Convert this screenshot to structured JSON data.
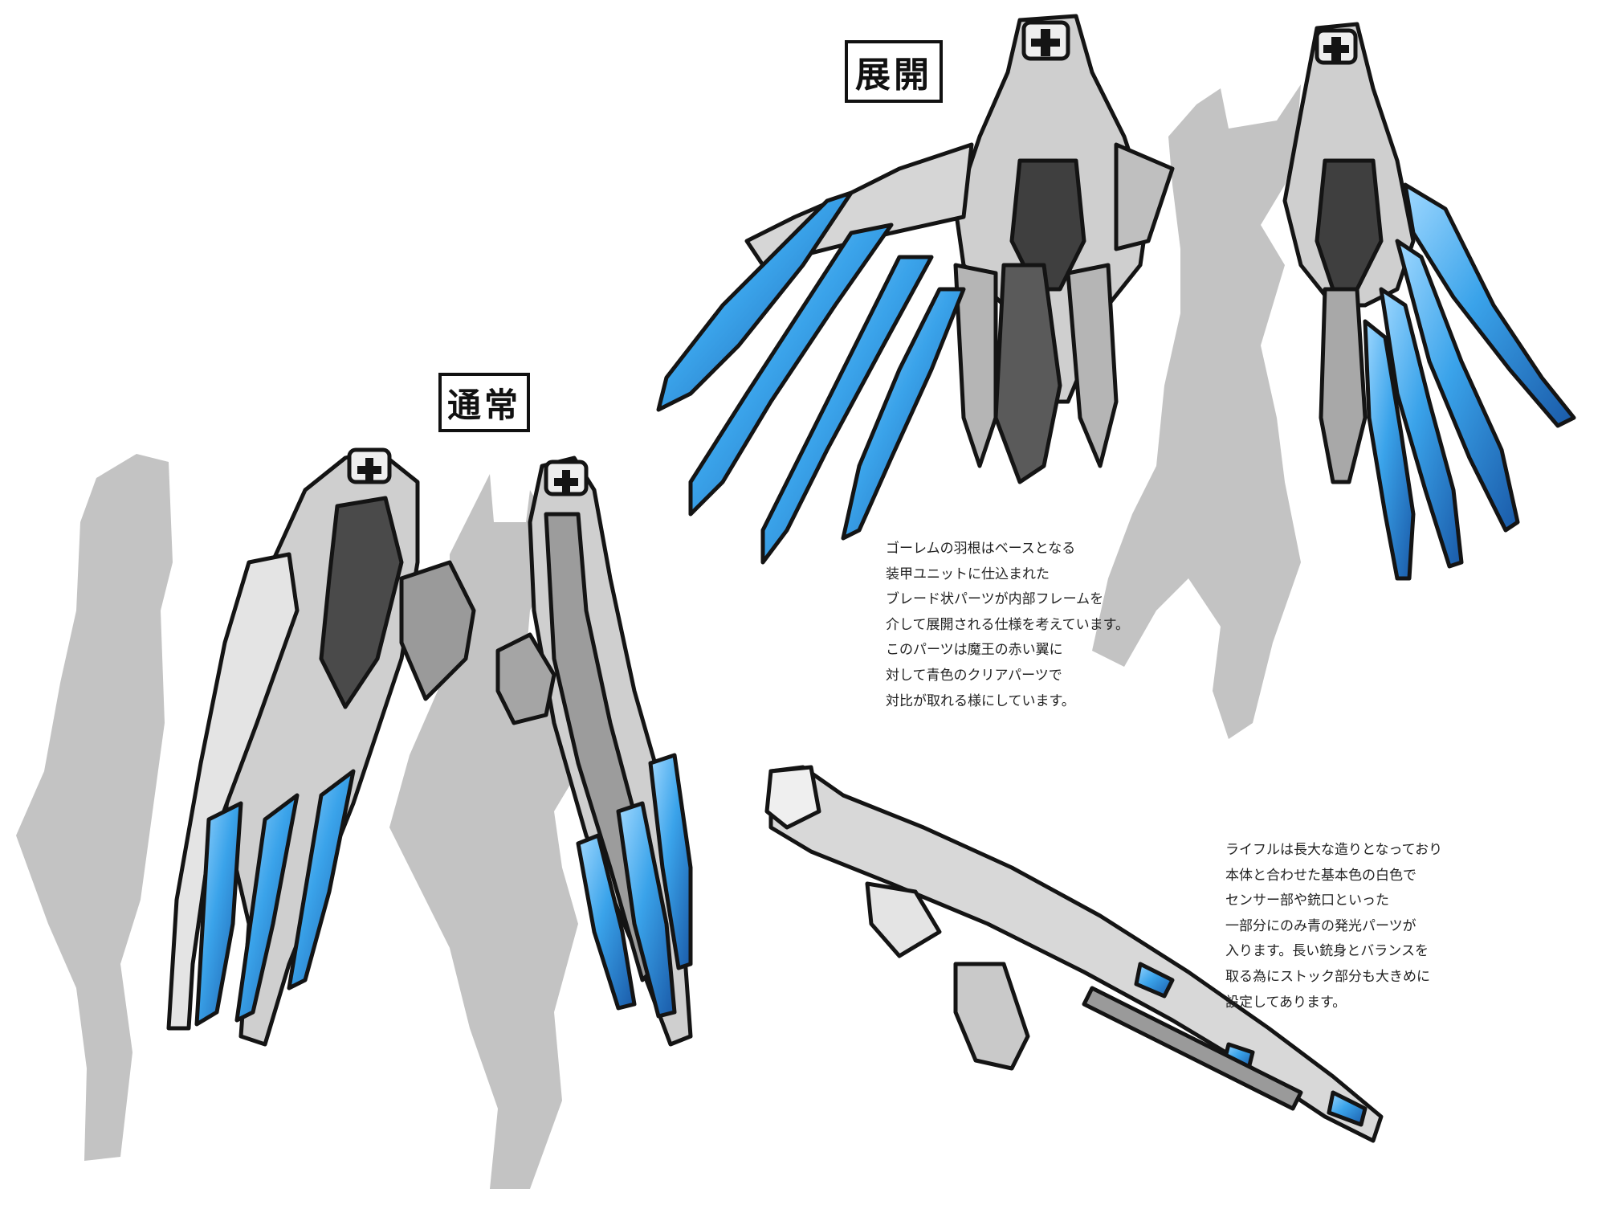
{
  "labels": {
    "deployed": "展開",
    "normal": "通常"
  },
  "notes": {
    "wings": [
      "ゴーレムの羽根はベースとなる",
      "装甲ユニットに仕込まれた",
      "ブレード状パーツが内部フレームを",
      "介して展開される仕様を考えています。",
      "このパーツは魔王の赤い翼に",
      "対して青色のクリアパーツで",
      "対比が取れる様にしています。"
    ],
    "rifle": [
      "ライフルは長大な造りとなっており",
      "本体と合わせた基本色の白色で",
      "センサー部や銃口といった",
      "一部分にのみ青の発光パーツが",
      "入ります。長い銃身とバランスを",
      "取る為にストック部分も大きめに",
      "設定してあります。"
    ]
  },
  "colors": {
    "silhouette": "#c3c3c3",
    "armor_light": "#d9d9d9",
    "armor_dark": "#3a3a3a",
    "blade_blue": "#3aa3ea",
    "outline": "#141414"
  },
  "icons": [
    "cross-emblem-icon"
  ]
}
